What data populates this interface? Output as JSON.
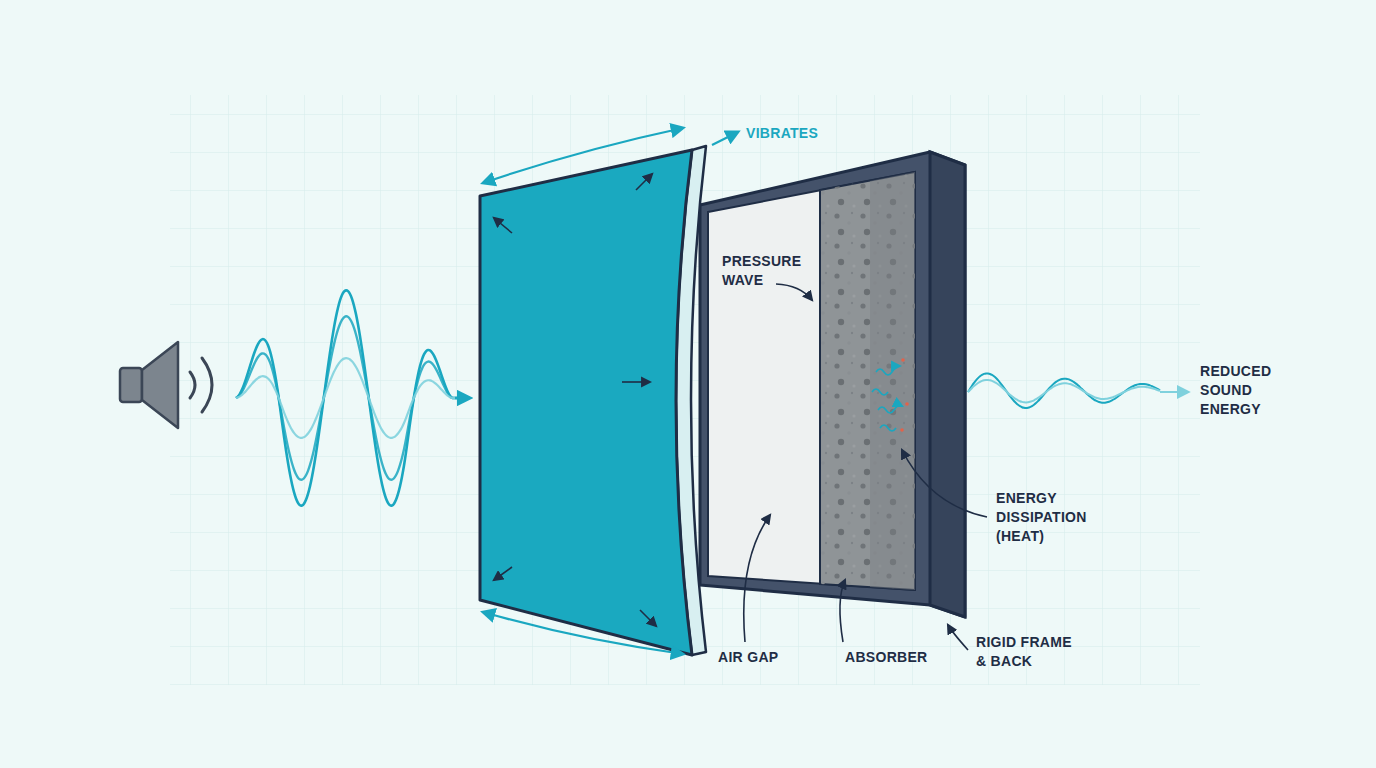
{
  "diagram": {
    "labels": [
      "VIBRATES",
      "PRESSURE WAVE",
      "REDUCED SOUND ENERGY",
      "ENERGY DISSIPATION (HEAT)",
      "AIR GAP",
      "ABSORBER",
      "RIGID FRAME & BACK"
    ]
  }
}
